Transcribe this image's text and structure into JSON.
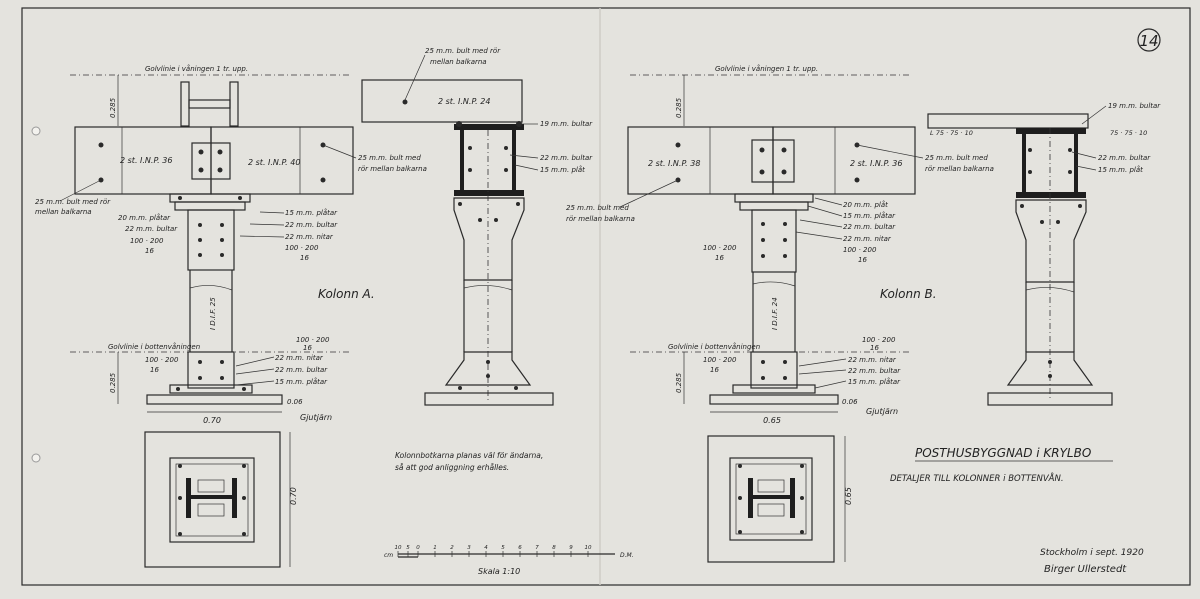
{
  "sheet_number": "14",
  "title": {
    "main": "POSTHUSBYGGNAD i KRYLBO",
    "sub": "DETALJER TILL KOLONNER i BOTTENVÅN."
  },
  "signature": {
    "place_date": "Stockholm i sept. 1920",
    "name": "Birger Ullerstedt"
  },
  "note": {
    "line1": "Kolonnbotkarna planas väl för ändarna,",
    "line2": "så att god anliggning erhålles."
  },
  "scale": {
    "label": "Skala 1:10",
    "unit_left": "cm",
    "unit_right": "D.M.",
    "ticks": [
      "10",
      "5",
      "0",
      "1",
      "2",
      "3",
      "4",
      "5",
      "6",
      "7",
      "8",
      "9",
      "10"
    ]
  },
  "column_a": {
    "name": "Kolonn A.",
    "floor_line_top": "Golvlinie i våningen 1 tr. upp.",
    "floor_line_bottom": "Golvlinie i bottenvåningen",
    "beam_left": "2 st. I.N.P. 36",
    "beam_right": "2 st. I.N.P. 40",
    "beam_end": "2 st. I.N.P. 24",
    "column_profile": "I D.I.F. 25",
    "dim_top": "0.285",
    "dim_bottom": "0.285",
    "base_width": "0.70",
    "base_depth": "0.70",
    "base_thickness": "0.06",
    "cast_iron": "Gjutjärn",
    "labels": {
      "bolt_left": "25 m.m. bult med rör",
      "bolt_left2": "mellan balkarna",
      "plates_20": "20 m.m. plåtar",
      "bolts_22_left": "22 m.m. bultar",
      "angle_left": "100 · 200",
      "angle_left_n": "16",
      "plates_15": "15 m.m. plåtar",
      "bolts_22": "22 m.m. bultar",
      "rivets_22": "22 m.m. nitar",
      "angle_right": "100 · 200",
      "angle_right_n": "16",
      "bolt_right": "25 m.m. bult med",
      "bolt_right2": "rör mellan balkarna",
      "bot_angle": "100 · 200",
      "bot_angle_n": "16",
      "bot_angle2": "100 · 200",
      "bot_angle2_n": "16",
      "bot_rivets": "22 m.m. nitar",
      "bot_bolts": "22 m.m. bultar",
      "bot_plates": "15 m.m. plåtar",
      "end_bolt": "25 m.m. bult med rör",
      "end_bolt2": "mellan balkarna",
      "end_bolts_19": "19 m.m. bultar",
      "end_bolts_22": "22 m.m. bultar",
      "end_plate_15": "15 m.m. plåt"
    }
  },
  "column_b": {
    "name": "Kolonn B.",
    "floor_line_top": "Golvlinie i våningen 1 tr. upp.",
    "floor_line_bottom": "Golvlinie i bottenvåningen",
    "beam_left": "2 st. I.N.P. 38",
    "beam_right": "2 st. I.N.P. 36",
    "column_profile": "I D.I.F. 24",
    "dim_top": "0.285",
    "dim_bottom": "0.285",
    "base_width": "0.65",
    "base_depth": "0.65",
    "base_thickness": "0.06",
    "cast_iron": "Gjutjärn",
    "labels": {
      "bolt_left": "25 m.m. bult med",
      "bolt_left2": "rör mellan balkarna",
      "angle_left": "100 · 200",
      "angle_left_n": "16",
      "plate_20": "20 m.m. plåt",
      "plates_15": "15 m.m. plåtar",
      "bolts_22": "22 m.m. bultar",
      "rivets_22": "22 m.m. nitar",
      "angle_right": "100 · 200",
      "angle_right_n": "16",
      "bolt_right": "25 m.m. bult med",
      "bolt_right2": "rör mellan balkarna",
      "bot_angle": "100 · 200",
      "bot_angle_n": "16",
      "bot_angle2": "100 · 200",
      "bot_angle2_n": "16",
      "bot_rivets": "22 m.m. nitar",
      "bot_bolts": "22 m.m. bultar",
      "bot_plates": "15 m.m. plåtar",
      "end_bolts_19": "19 m.m. bultar",
      "end_angle_l": "L 75 · 75 · 10",
      "end_angle_r": "75 · 75 · 10",
      "end_bolts_22": "22 m.m. bultar",
      "end_plate_15": "15 m.m. plåt"
    }
  }
}
